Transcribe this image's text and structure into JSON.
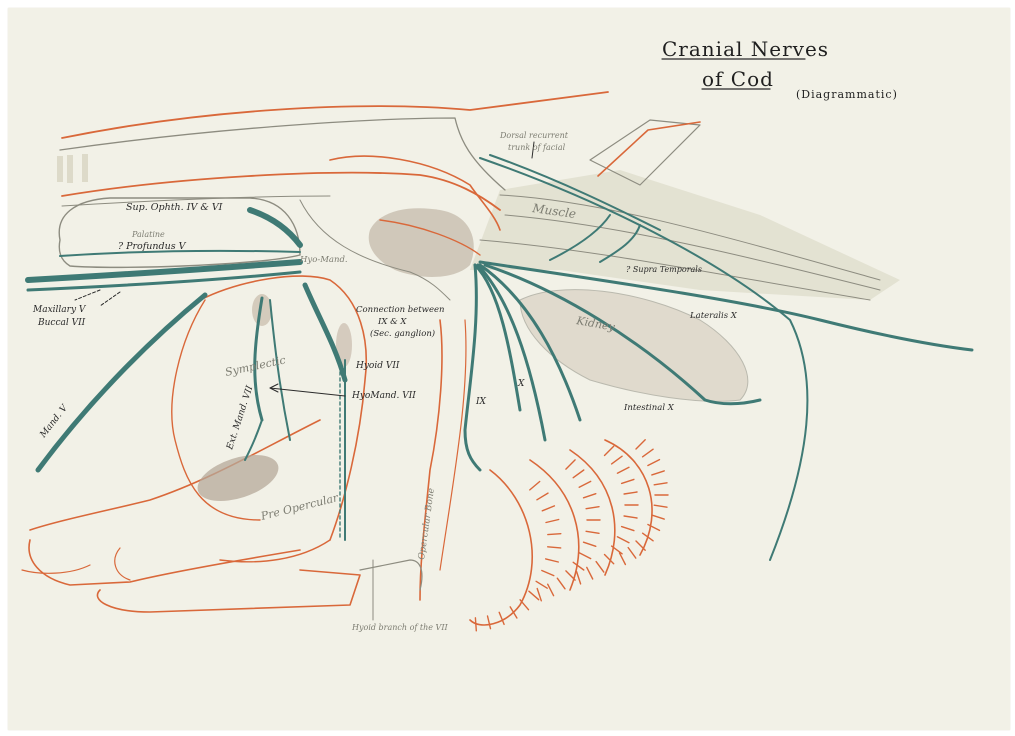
{
  "title": {
    "line1": "Cranial Nerves",
    "line2": "of Cod",
    "note": "(Diagrammatic)"
  },
  "labels": {
    "sup_ophth": "Sup. Ophth. IV & VI",
    "palatine": "Palatine",
    "profundus": "? Profundus V",
    "maxillary": "Maxillary V",
    "buccal": "Buccal VII",
    "mand": "Mand. V",
    "hyomand_top": "Hyo-Mand.",
    "connection": "Connection between",
    "connection2": "IX & X",
    "connection3": "(Sec. ganglion)",
    "symplectic": "Symplectic",
    "ext_mand": "Ext. Mand. VII",
    "hyoid": "Hyoid VII",
    "hyomand": "HyoMand. VII",
    "pre_opercular": "Pre Opercular",
    "opercular_bone": "Opercular Bone",
    "hyoid_branch": "Hyoid branch of the VII",
    "dorsal_recurrent": "Dorsal recurrent",
    "dorsal_recurrent2": "trunk of facial",
    "muscle": "Muscle",
    "supra_temporals": "? Supra Temporals",
    "kidney": "Kidney",
    "lateralis": "Lateralis X",
    "intestinal": "Intestinal X",
    "ix": "IX",
    "x": "X"
  },
  "colors": {
    "paper": "#f2f1e7",
    "bone_outline": "#d9683a",
    "nerves": "#3f7a75",
    "pencil": "#8d8c80",
    "ink": "#2b2b2b"
  }
}
